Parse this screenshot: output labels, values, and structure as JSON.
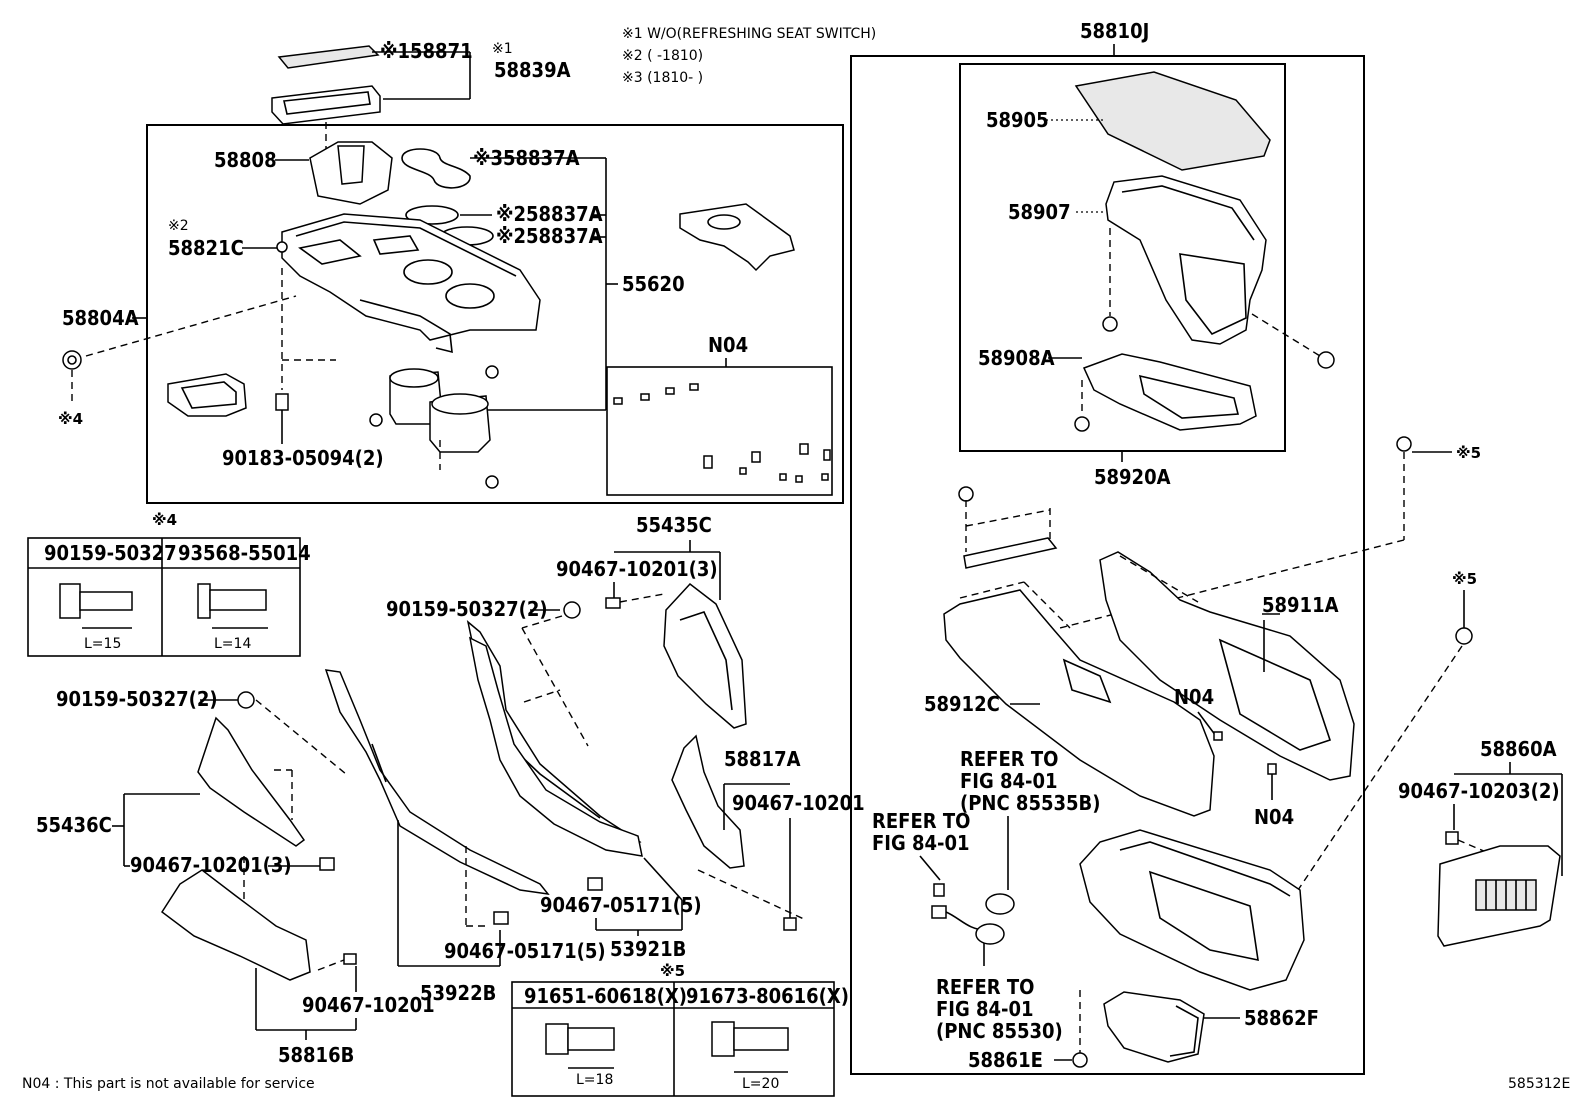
{
  "notes": {
    "n1": "※1 W/O(REFRESHING SEAT SWITCH)",
    "n2": "※2 (      -1810)",
    "n3": "※3 (1810-      )",
    "footer": "N04 : This part is not available for service",
    "figure_id": "585312E"
  },
  "labels": {
    "p58871": "※158871",
    "p58839A_mark": "※1",
    "p58839A": "58839A",
    "p58808": "58808",
    "p58837A_3": "※358837A",
    "p58837A_2a": "※258837A",
    "p58837A_2b": "※258837A",
    "p58821C_mark": "※2",
    "p58821C": "58821C",
    "p58804A": "58804A",
    "p55620": "55620",
    "pN04_top": "N04",
    "p90183": "90183-05094(2)",
    "mark4": "※4",
    "p55435C": "55435C",
    "p90467_10201_3a": "90467-10201(3)",
    "p90159_2a": "90159-50327(2)",
    "p90159_2b": "90159-50327(2)",
    "p55436C": "55436C",
    "p90467_10201_3b": "90467-10201(3)",
    "p58817A": "58817A",
    "p90467_10201_a": "90467-10201",
    "p90467_05171_5a": "90467-05171(5)",
    "p53921B": "53921B",
    "p90467_05171_5b": "90467-05171(5)",
    "p53922B": "53922B",
    "p90467_10201_b": "90467-10201",
    "p58816B": "58816B",
    "mark5_table": "※5",
    "p58810J": "58810J",
    "p58905": "58905",
    "p58907": "58907",
    "p58908A": "58908A",
    "p58920A": "58920A",
    "mark5_a": "※5",
    "mark5_b": "※5",
    "p58911A": "58911A",
    "p58912C": "58912C",
    "pN04_mid": "N04",
    "pN04_low": "N04",
    "p58860A": "58860A",
    "p90467_10203_2": "90467-10203(2)",
    "p58862F": "58862F",
    "p58861E": "58861E"
  },
  "refs": {
    "r1": [
      "REFER TO",
      "FIG 84-01",
      "(PNC 85535B)"
    ],
    "r2": [
      "REFER TO",
      "FIG 84-01"
    ],
    "r3": [
      "REFER TO",
      "FIG 84-01",
      "(PNC 85530)"
    ]
  },
  "table4": {
    "headers": [
      "90159-50327",
      "93568-55014"
    ],
    "lengths": [
      "L=15",
      "L=14"
    ]
  },
  "table5": {
    "headers": [
      "91651-60618(X)",
      "91673-80616(X)"
    ],
    "lengths": [
      "L=18",
      "L=20"
    ]
  }
}
